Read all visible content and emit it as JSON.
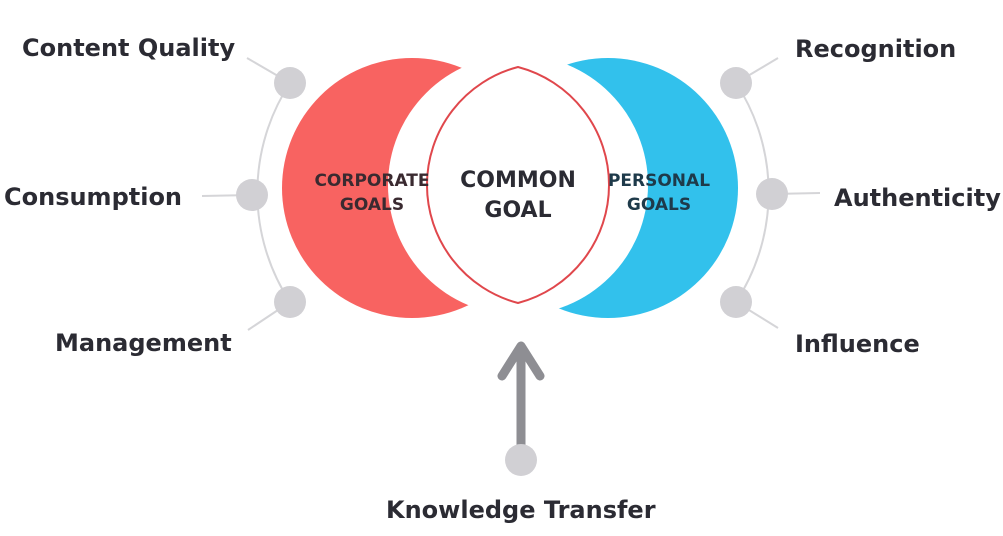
{
  "diagram": {
    "center": {
      "line1": "COMMON",
      "line2": "GOAL"
    },
    "left_circle": {
      "line1": "CORPORATE",
      "line2": "GOALS",
      "color": "#f86361"
    },
    "right_circle": {
      "line1": "PERSONAL",
      "line2": "GOALS",
      "color": "#32c1ec"
    },
    "lens_outline_color": "#e0474c",
    "node_color": "#d1d0d4",
    "connector_color": "#d5d5d8",
    "arrow_color": "#8e8e93",
    "text_color": "#2b2b33",
    "left_items": [
      "Content Quality",
      "Consumption",
      "Management"
    ],
    "right_items": [
      "Recognition",
      "Authenticity",
      "Influence"
    ],
    "bottom_item": "Knowledge Transfer"
  }
}
